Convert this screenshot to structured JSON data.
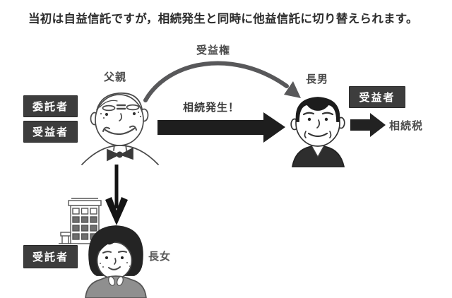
{
  "heading": "当初は自益信託ですが，相続発生と同時に他益信託に切り替えられます。",
  "labels": {
    "beneficiary_right": "受益権",
    "father": "父親",
    "eldest_son": "長男",
    "eldest_daughter": "長女",
    "inheritance_event": "相続発生！",
    "inheritance_tax": "相続税"
  },
  "role_badges": {
    "settlor": "委託者",
    "beneficiary_initial": "受益者",
    "beneficiary_new": "受益者",
    "trustee": "受託者"
  },
  "icons": {
    "father": "father-icon",
    "son": "son-icon",
    "daughter": "daughter-icon",
    "building": "building-icon",
    "curved_arrow": "beneficiary-right-arrow-icon",
    "big_arrow": "inheritance-arrow-icon",
    "tax_arrow": "tax-arrow-icon",
    "down_arrow": "trustee-arrow-icon"
  },
  "colors": {
    "background": "#ffffff",
    "badge_bg": "#3d3d3d",
    "badge_text": "#ffffff",
    "arrow_gray": "#58585a",
    "arrow_black": "#1e1e1e",
    "heading_text": "#2b2b2b",
    "label_text": "#4a4a4a",
    "suit_dark": "#2e2e2e",
    "blouse_gray": "#8f8f8f"
  }
}
